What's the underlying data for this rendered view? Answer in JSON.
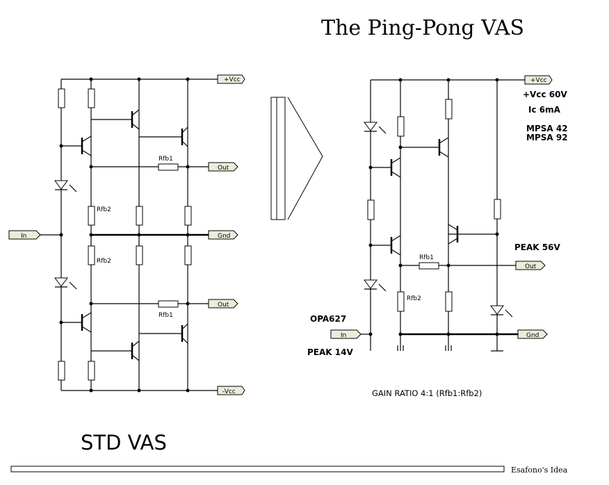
{
  "title": "The Ping-Pong VAS",
  "subtitle": "STD VAS",
  "footer": "Esafono's Idea",
  "std_vas": {
    "ports": {
      "vcc": "+Vcc",
      "vee": "-Vcc",
      "in": "In",
      "gnd": "Gnd",
      "out_top": "Out",
      "out_bottom": "Out"
    },
    "resistor_labels": {
      "rfb1_top": "Rfb1",
      "rfb2_top": "Rfb2",
      "rfb2_bottom": "Rfb2",
      "rfb1_bottom": "Rfb1"
    }
  },
  "ping_pong": {
    "ports": {
      "vcc": "+Vcc",
      "in": "In",
      "out": "Out",
      "gnd": "Gnd"
    },
    "resistor_labels": {
      "rfb1": "Rfb1",
      "rfb2": "Rfb2"
    },
    "specs": {
      "supply": "+Vcc 60V",
      "current": "Ic   6mA",
      "npn": "MPSA 42",
      "pnp": "MPSA 92"
    },
    "peak_out": "PEAK 56V",
    "opamp": "OPA627",
    "peak_in": "PEAK 14V",
    "gain_ratio": "GAIN RATIO 4:1 (Rfb1:Rfb2)"
  }
}
